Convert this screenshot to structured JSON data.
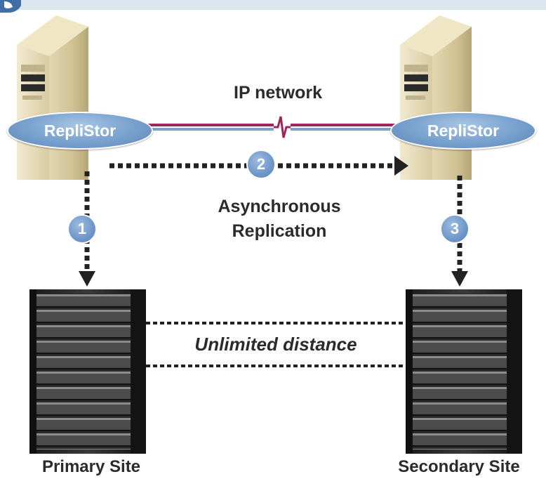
{
  "network": {
    "label": "IP network"
  },
  "nodes": {
    "primary_agent": "RepliStor",
    "secondary_agent": "RepliStor"
  },
  "steps": [
    {
      "number": "1"
    },
    {
      "number": "2"
    },
    {
      "number": "3"
    }
  ],
  "replication": {
    "line1": "Asynchronous",
    "line2": "Replication"
  },
  "distance": {
    "label": "Unlimited distance"
  },
  "sites": {
    "primary": "Primary Site",
    "secondary": "Secondary Site"
  },
  "colors": {
    "network_line": "#a3245a",
    "network_line_lower": "#7d9fc8",
    "badge": "#6e97c9",
    "dotted": "#222222"
  }
}
